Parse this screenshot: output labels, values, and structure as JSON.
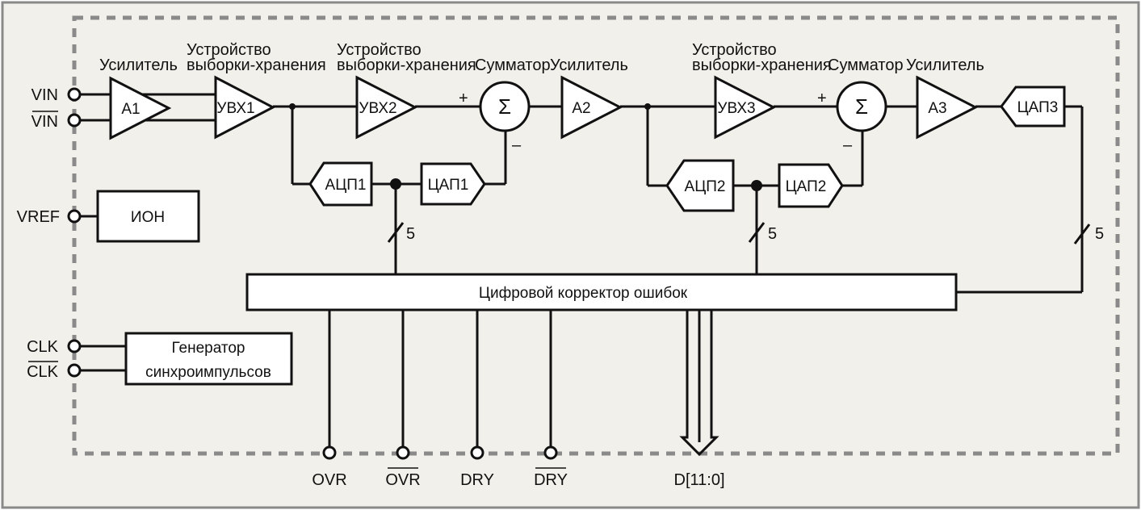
{
  "colors": {
    "frame_border": "#8a8a8a",
    "background": "#f2f0ea",
    "chip_border": "#8a8a8a",
    "line": "#111111"
  },
  "labels": {
    "amp": "Усилитель",
    "sh_line1": "Устройство",
    "sh_line2": "выборки-хранения",
    "summer": "Сумматор",
    "plus": "+",
    "minus": "–",
    "sigma": "Σ"
  },
  "blocks": {
    "a1": "А1",
    "a2": "А2",
    "a3": "А3",
    "uvx1": "УВХ1",
    "uvx2": "УВХ2",
    "uvx3": "УВХ3",
    "adc1": "АЦП1",
    "adc2": "АЦП2",
    "dac1": "ЦАП1",
    "dac2": "ЦАП2",
    "dac3": "ЦАП3",
    "ion": "ИОН",
    "gen_line1": "Генератор",
    "gen_line2": "синхроимпульсов",
    "corrector": "Цифровой корректор ошибок"
  },
  "bus_width": "5",
  "pins": {
    "vin": "VIN",
    "vin_n": "VIN",
    "vref": "VREF",
    "clk": "CLK",
    "clk_n": "CLK",
    "ovr": "OVR",
    "ovr_n": "OVR",
    "dry": "DRY",
    "dry_n": "DRY",
    "data": "D[11:0]"
  }
}
